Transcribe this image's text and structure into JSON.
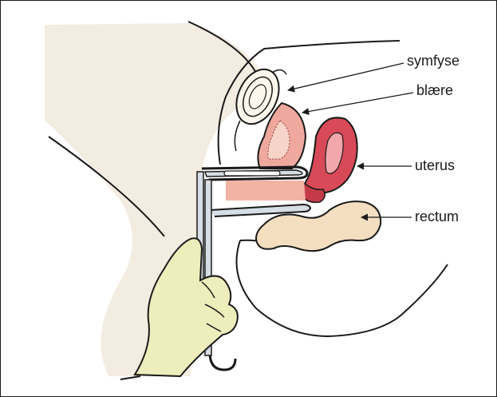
{
  "labels": {
    "symfyse": "symfyse",
    "blaere": "blære",
    "uterus": "uterus",
    "rectum": "rectum"
  },
  "colors": {
    "body_shade": "#f3ece1",
    "hand": "#eeeebd",
    "bladder": "#efa89e",
    "uterus": "#d84a58",
    "uterus_inner": "#f2a7ad",
    "rectum": "#f4dec0",
    "vagina": "#f2b3a5",
    "speculum": "#d6dde4",
    "outline": "#1a1a1a"
  },
  "icons": {
    "pubic_symphysis": "symphysis-bone-icon",
    "speculum": "speculum-instrument-icon",
    "hand": "hand-icon"
  }
}
